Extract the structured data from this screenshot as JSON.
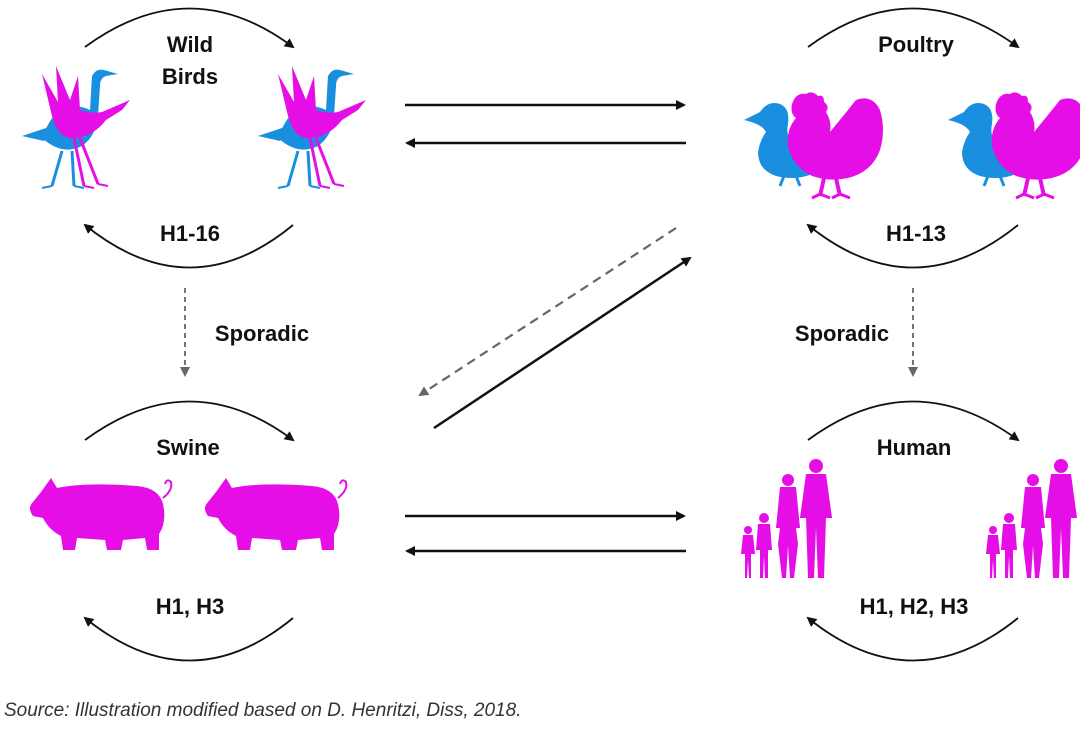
{
  "colors": {
    "magenta": "#e60ee6",
    "blue": "#1a8fe0",
    "arrow": "#111111",
    "dashed": "#666666"
  },
  "groups": {
    "wild_birds": {
      "title_line1": "Wild",
      "title_line2": "Birds",
      "subtypes": "H1-16",
      "icon": "crane-icon"
    },
    "poultry": {
      "title": "Poultry",
      "subtypes": "H1-13",
      "icon": "chicken-duck-icon"
    },
    "swine": {
      "title": "Swine",
      "subtypes": "H1, H3",
      "icon": "pig-icon"
    },
    "human": {
      "title": "Human",
      "subtypes": "H1, H2, H3",
      "icon": "family-icon"
    }
  },
  "links": {
    "sporadic_left": "Sporadic",
    "sporadic_right": "Sporadic"
  },
  "caption": "Source: Illustration modified based on D. Henritzi, Diss, 2018."
}
